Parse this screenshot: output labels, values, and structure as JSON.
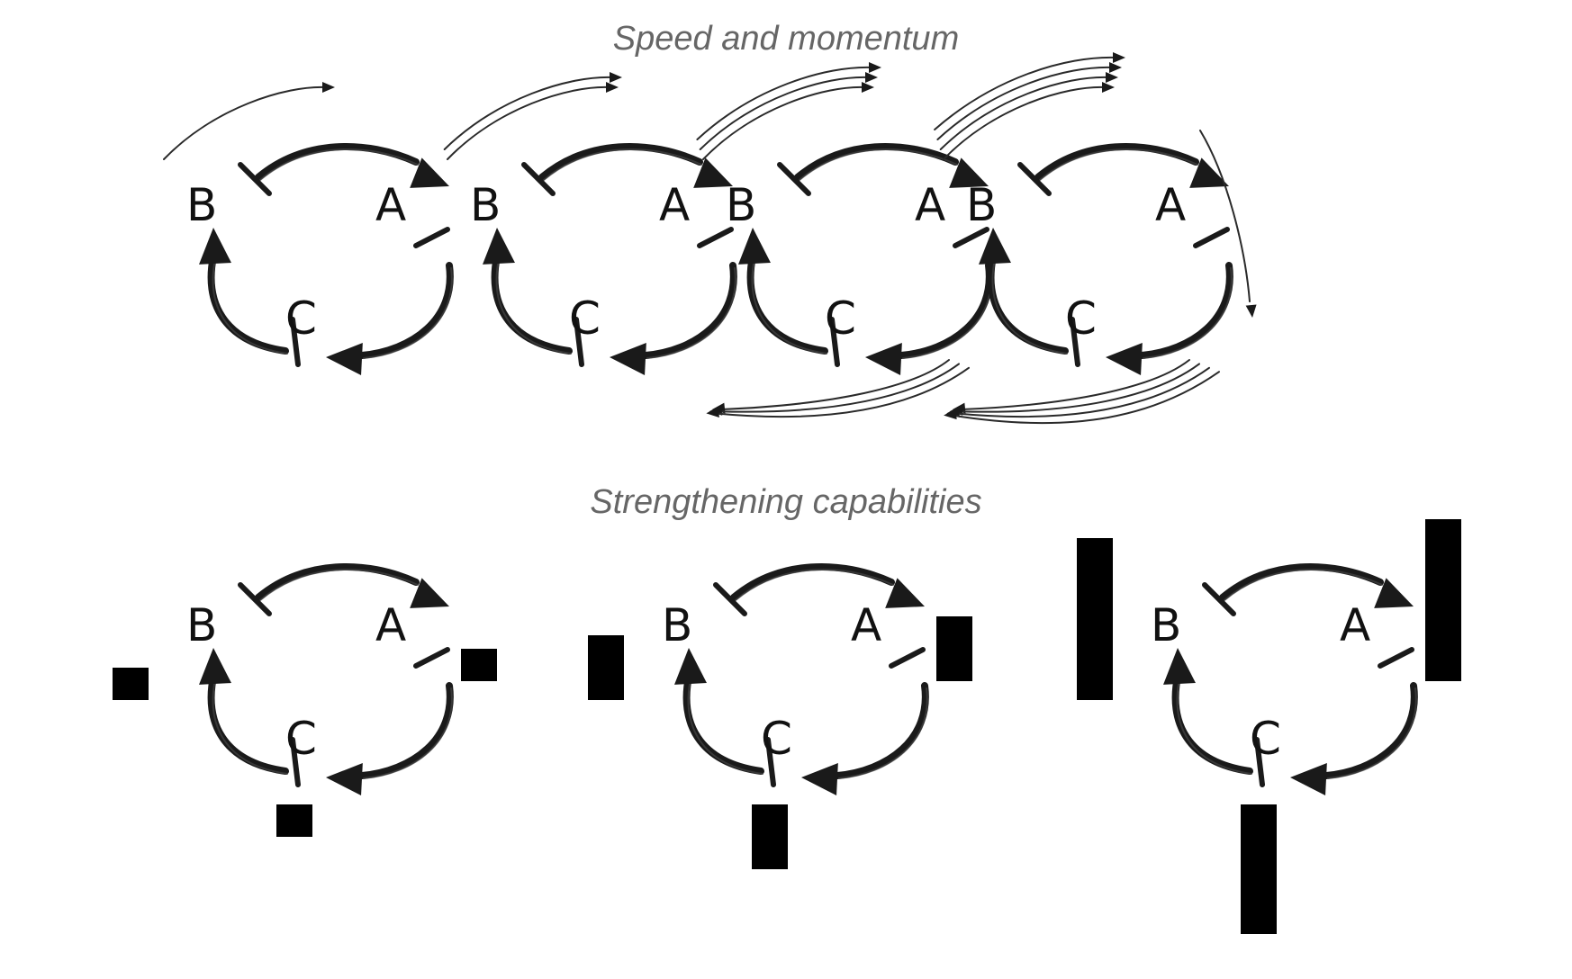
{
  "sections": {
    "speed": {
      "title": "Speed and momentum"
    },
    "strength": {
      "title": "Strengthening capabilities"
    }
  },
  "nodes": {
    "a": "A",
    "b": "B",
    "c": "C"
  },
  "speed_loops": [
    {
      "momentum_level": 1,
      "arrows": [
        "B-A"
      ]
    },
    {
      "momentum_level": 2,
      "arrows": [
        "B-A"
      ]
    },
    {
      "momentum_level": 3,
      "arrows": [
        "B-A",
        "A-C"
      ]
    },
    {
      "momentum_level": 4,
      "arrows": [
        "B-A",
        "A-C",
        "C-B"
      ]
    }
  ],
  "strength_loops": [
    {
      "capability_a": 1,
      "capability_b": 1,
      "capability_c": 1
    },
    {
      "capability_a": 2,
      "capability_b": 2,
      "capability_c": 2
    },
    {
      "capability_a": 5,
      "capability_b": 5,
      "capability_c": 4
    }
  ],
  "colors": {
    "ink": "#1a1a1a",
    "title": "#666666",
    "bar": "#000000"
  }
}
